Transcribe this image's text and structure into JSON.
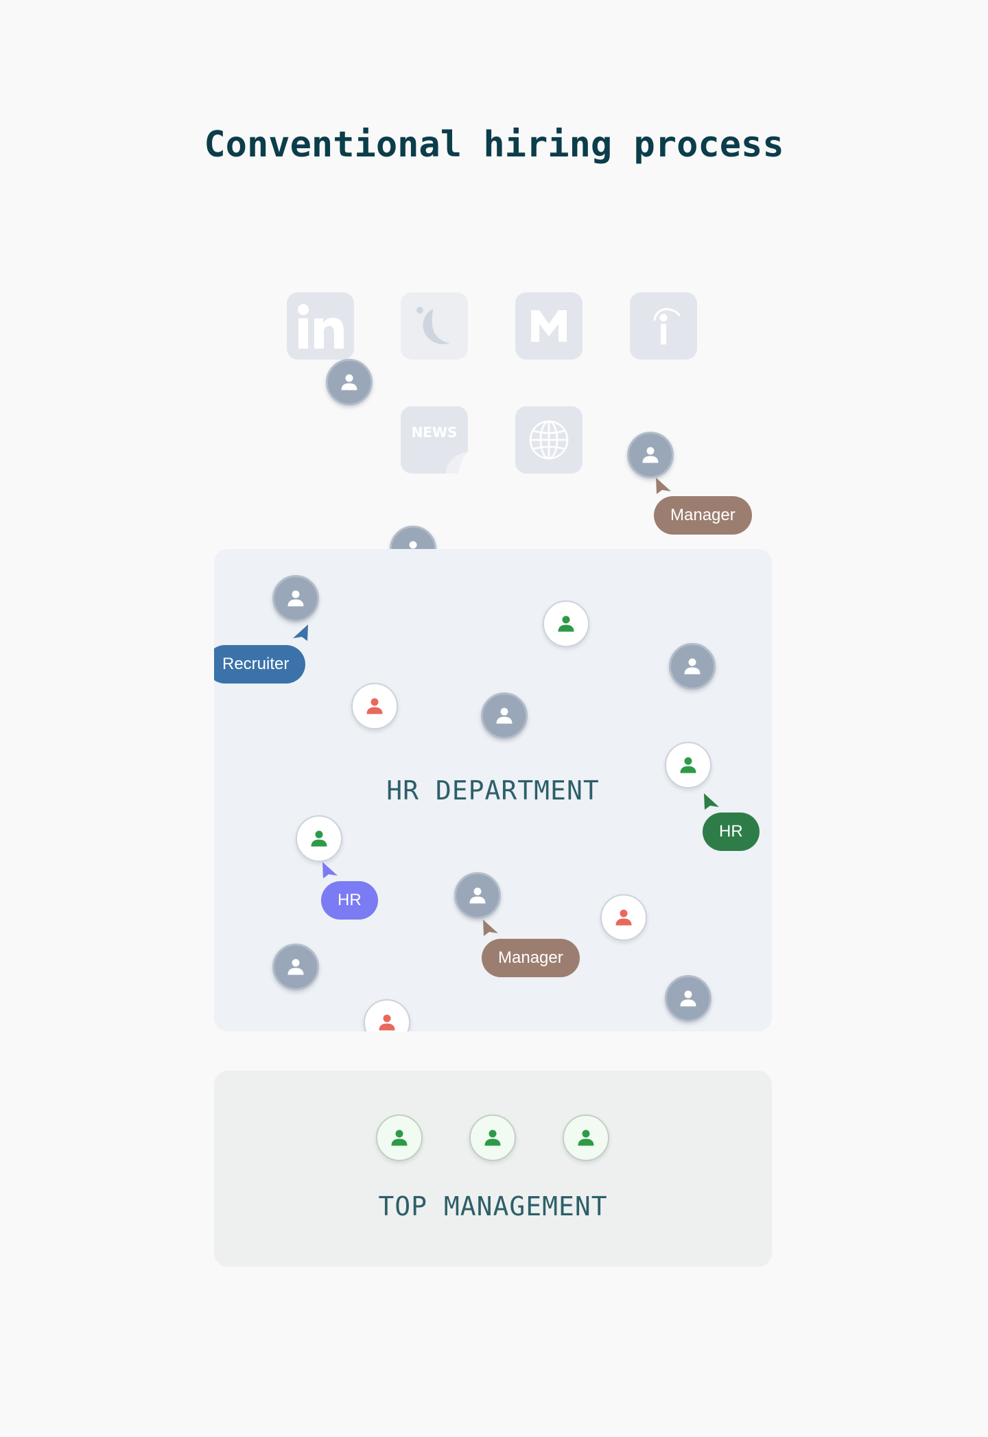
{
  "title": "Conventional hiring process",
  "sources": [
    {
      "icon": "linkedin-icon",
      "label": "in"
    },
    {
      "icon": "moon-icon"
    },
    {
      "icon": "m-logo-icon",
      "label": "M"
    },
    {
      "icon": "info-i-icon"
    },
    {
      "icon": "news-icon",
      "label": "NEWS"
    },
    {
      "icon": "globe-icon"
    }
  ],
  "hr_department": {
    "label": "HR DEPARTMENT"
  },
  "top_management": {
    "label": "TOP MANAGEMENT"
  },
  "tags": {
    "manager_top": "Manager",
    "recruiter": "Recruiter",
    "hr_green": "HR",
    "hr_purple": "HR",
    "manager_bottom": "Manager"
  },
  "colors": {
    "title": "#0b3d4a",
    "manager": "#9c7e70",
    "recruiter": "#3b72a9",
    "hr_green": "#2e7d49",
    "hr_purple": "#7b7bf3",
    "candidate_neutral": "#9aa7b8",
    "candidate_good": "#2e9a48",
    "candidate_bad": "#e8685c"
  }
}
